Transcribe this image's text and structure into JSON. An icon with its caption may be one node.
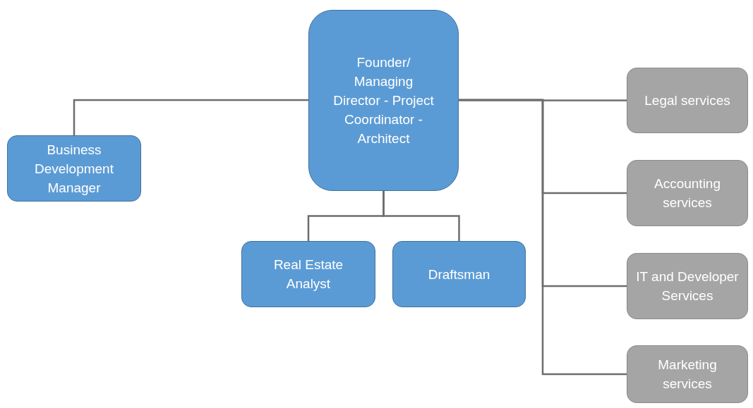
{
  "diagram": {
    "nodes": [
      {
        "text": [
          "Founder/ Managing Director - Project Coordinator - Architect"
        ]
      },
      {
        "text": [
          "Business Development Manager"
        ]
      },
      {
        "text": [
          "Real Estate Analyst"
        ]
      },
      {
        "text": [
          "Draftsman"
        ]
      },
      {
        "text": [
          "Legal services"
        ]
      },
      {
        "text": [
          "Accounting services"
        ]
      },
      {
        "text": [
          "IT and Developer Services"
        ]
      },
      {
        "text": [
          "Marketing services"
        ]
      }
    ],
    "edges": [
      {
        "from": 0,
        "to": 1,
        "arrow": "none"
      },
      {
        "from": 0,
        "to": 2,
        "arrow": "none"
      },
      {
        "from": 0,
        "to": 3,
        "arrow": "none"
      },
      {
        "from": 0,
        "to": 4,
        "arrow": "none"
      },
      {
        "from": 0,
        "to": 5,
        "arrow": "none"
      },
      {
        "from": 0,
        "to": 6,
        "arrow": "none"
      },
      {
        "from": 0,
        "to": 7,
        "arrow": "none"
      }
    ]
  }
}
